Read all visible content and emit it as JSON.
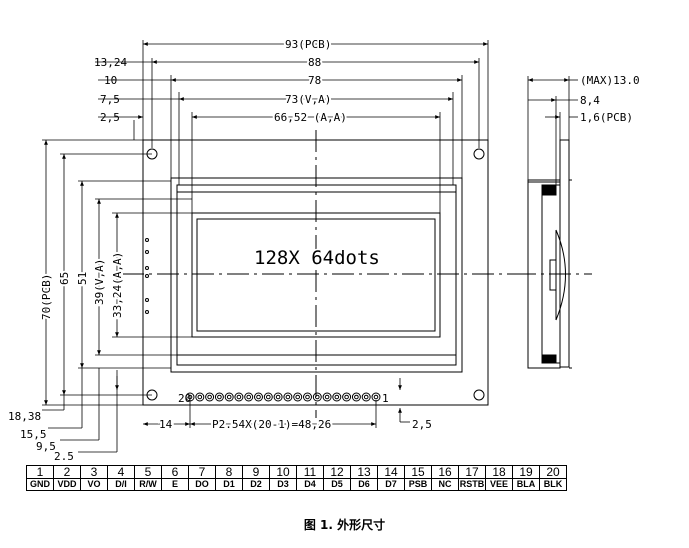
{
  "dimensions": {
    "pcb_width": "93(PCB)",
    "width_88": "88",
    "width_78": "78",
    "va_width": "73(V,A)",
    "aa_width": "66,52 (A,A)",
    "left_13_24": "13,24",
    "left_10": "10",
    "left_7_5": "7,5",
    "left_2_5": "2,5",
    "pcb_height": "70(PCB)",
    "height_65": "65",
    "height_51": "51",
    "va_height": "39(V,A)",
    "aa_height": "33,24(A,A)",
    "bottom_18_38": "18,38",
    "bottom_15_5": "15,5",
    "bottom_9_5": "9,5",
    "bottom_2_5": "2,5",
    "pin_offset_14": "14",
    "pin_pitch": "P2.54X(20-1)=48,26",
    "pin_edge_2_5": "2,5",
    "max_thickness": "(MAX)13.0",
    "thickness_8_4": "8,4",
    "pcb_thickness": "1,6(PCB)"
  },
  "display_label": "128X 64dots",
  "pin_first_label": "20",
  "pin_last_label": "1",
  "pins": [
    {
      "num": "1",
      "name": "GND"
    },
    {
      "num": "2",
      "name": "VDD"
    },
    {
      "num": "3",
      "name": "VO"
    },
    {
      "num": "4",
      "name": "D/I"
    },
    {
      "num": "5",
      "name": "R/W"
    },
    {
      "num": "6",
      "name": "E"
    },
    {
      "num": "7",
      "name": "DO"
    },
    {
      "num": "8",
      "name": "D1"
    },
    {
      "num": "9",
      "name": "D2"
    },
    {
      "num": "10",
      "name": "D3"
    },
    {
      "num": "11",
      "name": "D4"
    },
    {
      "num": "12",
      "name": "D5"
    },
    {
      "num": "13",
      "name": "D6"
    },
    {
      "num": "14",
      "name": "D7"
    },
    {
      "num": "15",
      "name": "PSB"
    },
    {
      "num": "16",
      "name": "NC"
    },
    {
      "num": "17",
      "name": "RSTB"
    },
    {
      "num": "18",
      "name": "VEE"
    },
    {
      "num": "19",
      "name": "BLA"
    },
    {
      "num": "20",
      "name": "BLK"
    }
  ],
  "caption": "图 1. 外形尺寸"
}
